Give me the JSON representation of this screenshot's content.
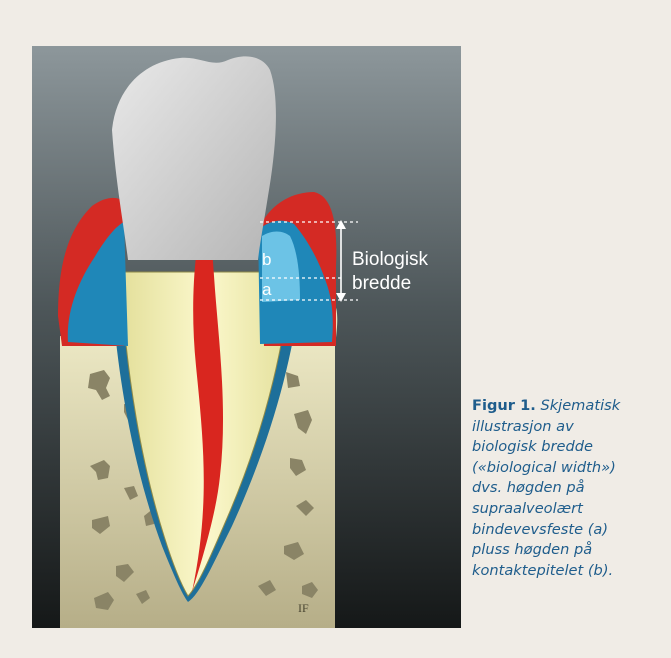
{
  "figure": {
    "labels": {
      "b": "b",
      "a": "a",
      "title_line1": "Biologisk",
      "title_line2": "bredde",
      "signature": "IF"
    }
  },
  "caption": {
    "lead": "Figur 1.",
    "lines": [
      "Skjematisk",
      "illustrasjon av",
      "biologisk bredde",
      "(«biological width»)",
      "dvs. høgden på",
      "supraalveolært",
      "bindevevsfeste (a)",
      "pluss høgden på",
      "kontaktepitelet (b)."
    ]
  }
}
